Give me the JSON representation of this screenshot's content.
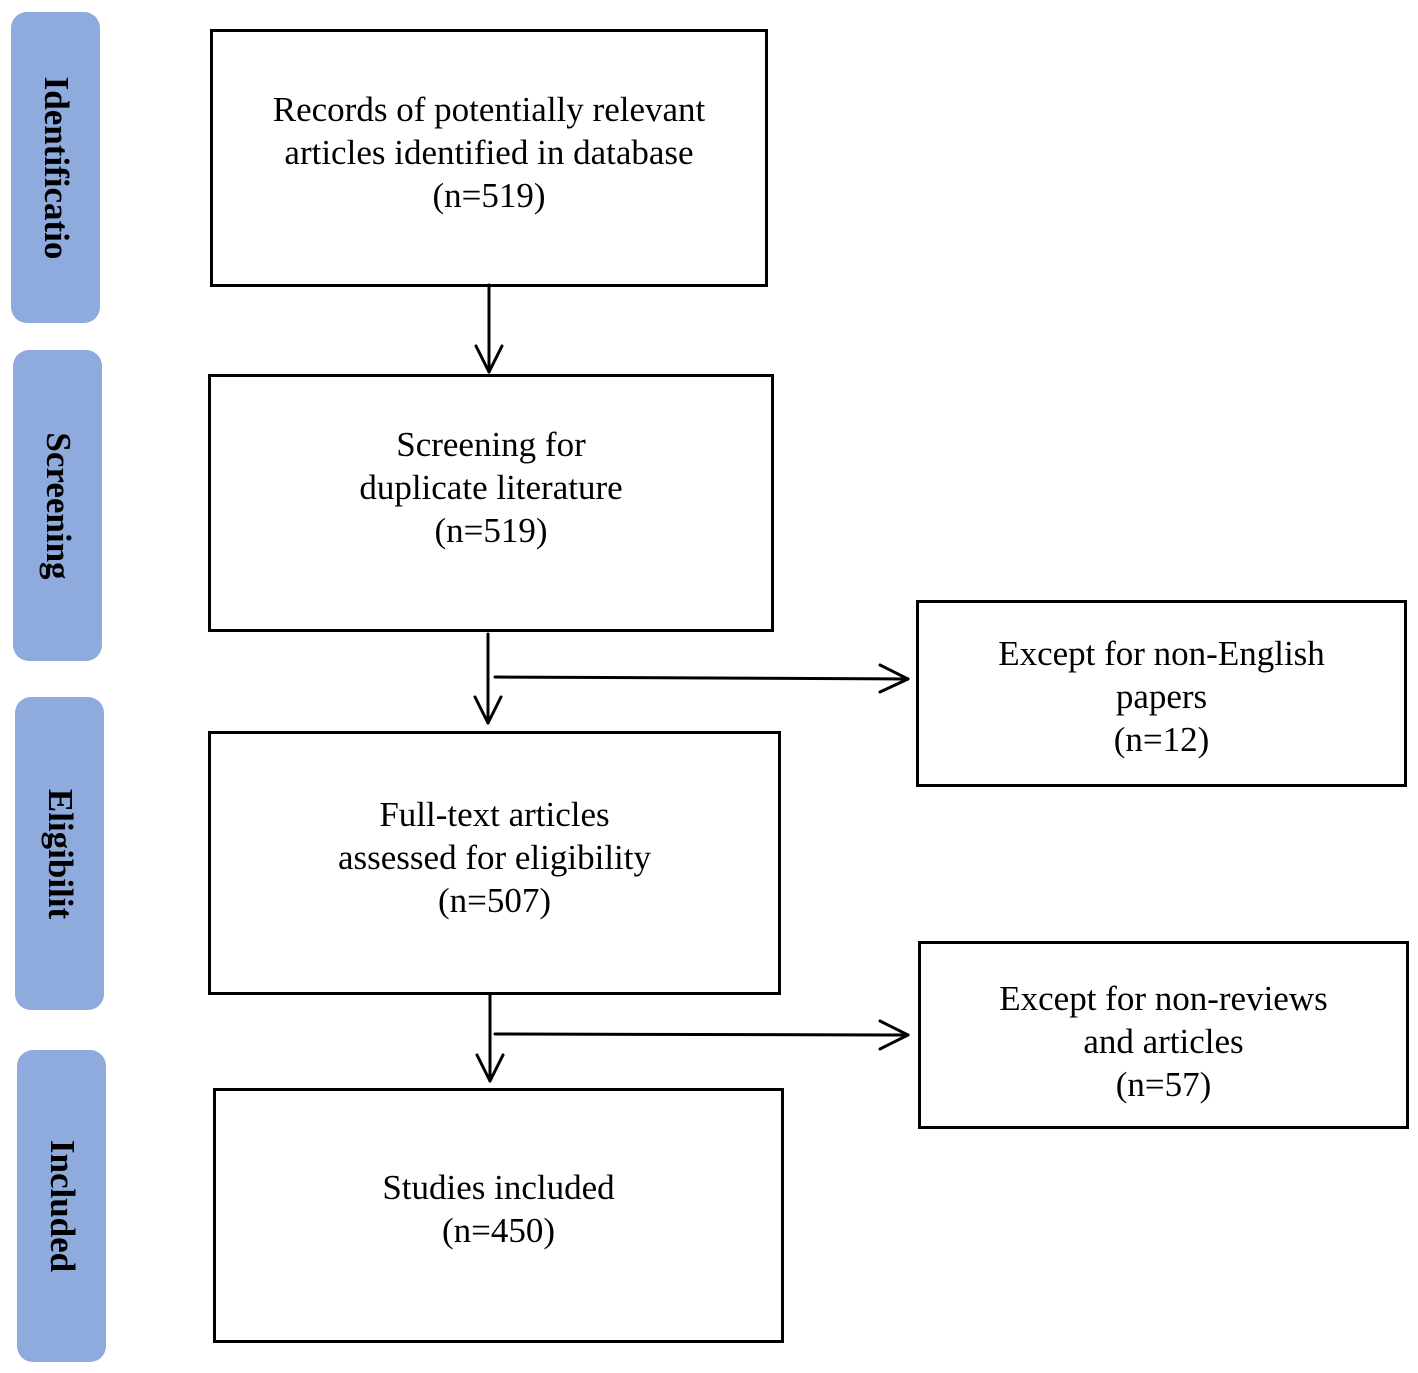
{
  "stages": {
    "identification": "Identificatio",
    "screening": "Screening",
    "eligibility": "Eligibilit",
    "included": "Included"
  },
  "boxes": {
    "records": {
      "line1": "Records of potentially relevant",
      "line2": "articles identified in database",
      "count": "(n=519)"
    },
    "screening": {
      "line1": "Screening for",
      "line2": "duplicate literature",
      "count": "(n=519)"
    },
    "fulltext": {
      "line1": "Full-text articles",
      "line2": "assessed for eligibility",
      "count": "(n=507)"
    },
    "included": {
      "line1": "Studies included",
      "count": "(n=450)"
    },
    "excluded_language": {
      "line1": "Except for non-English",
      "line2": "papers",
      "count": "(n=12)"
    },
    "excluded_type": {
      "line1": "Except for non-reviews",
      "line2": "and articles",
      "count": "(n=57)"
    }
  },
  "colors": {
    "stage_fill": "#8faadc",
    "border": "#000000",
    "background": "#ffffff"
  }
}
